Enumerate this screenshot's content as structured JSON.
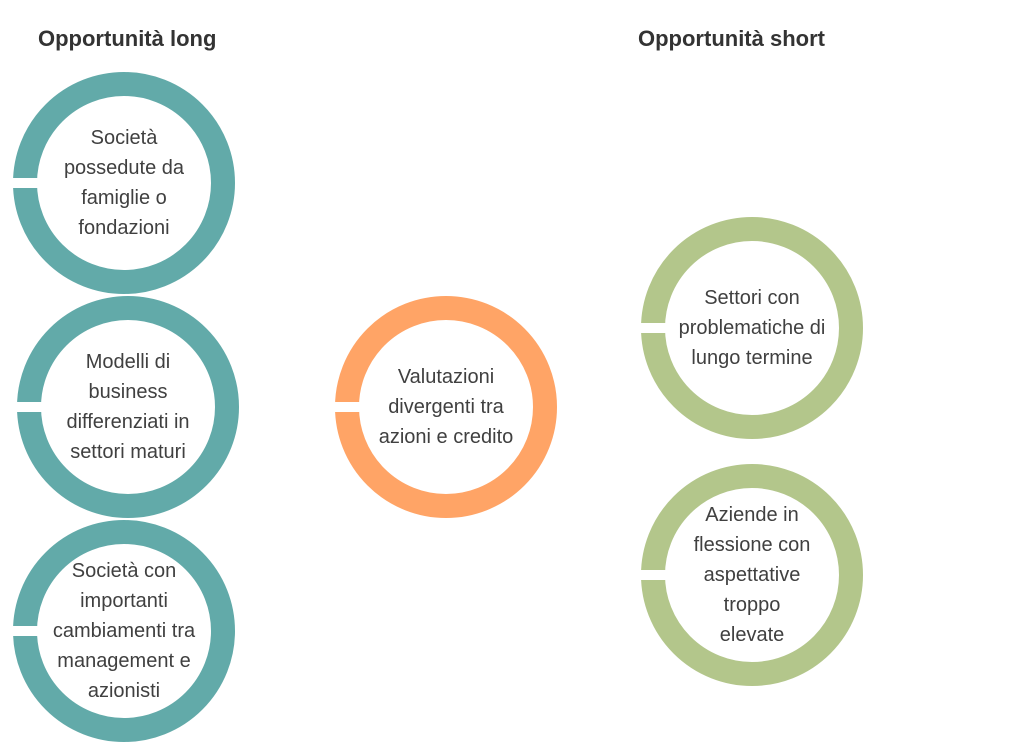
{
  "headings": {
    "long": "Opportunità long",
    "short": "Opportunità short"
  },
  "colors": {
    "long": "#62aaa9",
    "center": "#ffa466",
    "short": "#b3c68b",
    "text": "#404040",
    "heading": "#333333"
  },
  "circles": {
    "long": [
      "Società\npossedute da\nfamiglie o\nfondazioni",
      "Modelli di\nbusiness\ndifferenziati in\nsettori maturi",
      "Società con\nimportanti\ncambiamenti tra\nmanagement e\nazionisti"
    ],
    "center": "Valutazioni\ndivergenti tra\nazioni e credito",
    "short": [
      "Settori con\nproblematiche di\nlungo termine",
      "Aziende in\nflessione con\naspettative troppo\nelevate"
    ]
  }
}
